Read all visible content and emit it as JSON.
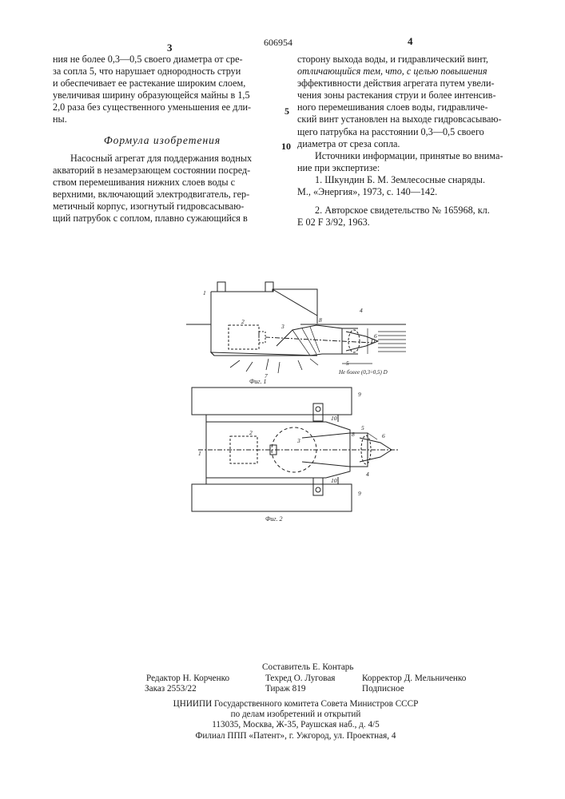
{
  "header": {
    "patent_number": "606954",
    "left_page": "3",
    "right_page": "4"
  },
  "left_column": {
    "intro_lines": [
      "ния не более 0,3—0,5 своего диаметра от сре-",
      "за сопла 5, что нарушает однородность струи",
      "и обеспечивает ее растекание широким слоем,",
      "увеличивая ширину образующейся майны в 1,5",
      "2,0 раза без существенного уменьшения ее дли-",
      "ны."
    ],
    "heading": "Формула изобретения",
    "claim_lines": [
      "Насосный агрегат для поддержания водных",
      "акваторий в незамерзающем состоянии посред-",
      "ством перемешивания нижних слоев воды с",
      "верхними, включающий электродвигатель, гер-",
      "метичный корпус, изогнутый гидровсасываю-",
      "щий патрубок с соплом, плавно сужающийся в"
    ]
  },
  "line_numbers": {
    "five": "5",
    "ten": "10"
  },
  "right_column": {
    "claim_lines": [
      "сторону выхода воды, и гидравлический винт,",
      "отличающийся тем, что, с целью повышения",
      "эффективности действия агрегата путем увели-",
      "чения зоны растекания струи и более интенсив-",
      "ного перемешивания слоев воды, гидравличе-",
      "ский винт установлен на выходе гидровсасываю-",
      "щего патрубка на расстоянии 0,3—0,5 своего",
      "диаметра от среза сопла."
    ],
    "sources_lines": [
      "Источники информации, принятые во внима-",
      "ние при экспертизе:"
    ],
    "ref1_lines": [
      "1. Шкундин Б. М. Землесосные снаряды.",
      "М., «Энергия», 1973, с. 140—142."
    ],
    "ref2_lines": [
      "2. Авторское свидетельство № 165968, кл.",
      "Е 02 F 3/92, 1963."
    ]
  },
  "figures": {
    "fig1_caption": "Фиг. 1",
    "fig2_caption": "Фиг. 2",
    "dimension_note": "Не более (0,3÷0,5) D",
    "dim_d": "D",
    "labels_fig1": [
      "1",
      "2",
      "3",
      "4",
      "5",
      "6",
      "7",
      "8"
    ],
    "labels_fig2": [
      "1",
      "2",
      "3",
      "4",
      "5",
      "6",
      "8",
      "9",
      "9",
      "10",
      "10"
    ]
  },
  "footer": {
    "compiler": "Составитель Е. Контарь",
    "editor": "Редактор Н. Корченко",
    "techred": "Техред О. Луговая",
    "corrector": "Корректор Д. Мельниченко",
    "order": "Заказ 2553/22",
    "circulation": "Тираж 819",
    "subscription": "Подписное",
    "org_lines": [
      "ЦНИИПИ Государственного комитета Совета Министров СССР",
      "по делам изобретений и открытий",
      "113035, Москва, Ж-35, Раушская наб., д. 4/5",
      "Филиал ППП «Патент», г. Ужгород, ул. Проектная, 4"
    ]
  }
}
